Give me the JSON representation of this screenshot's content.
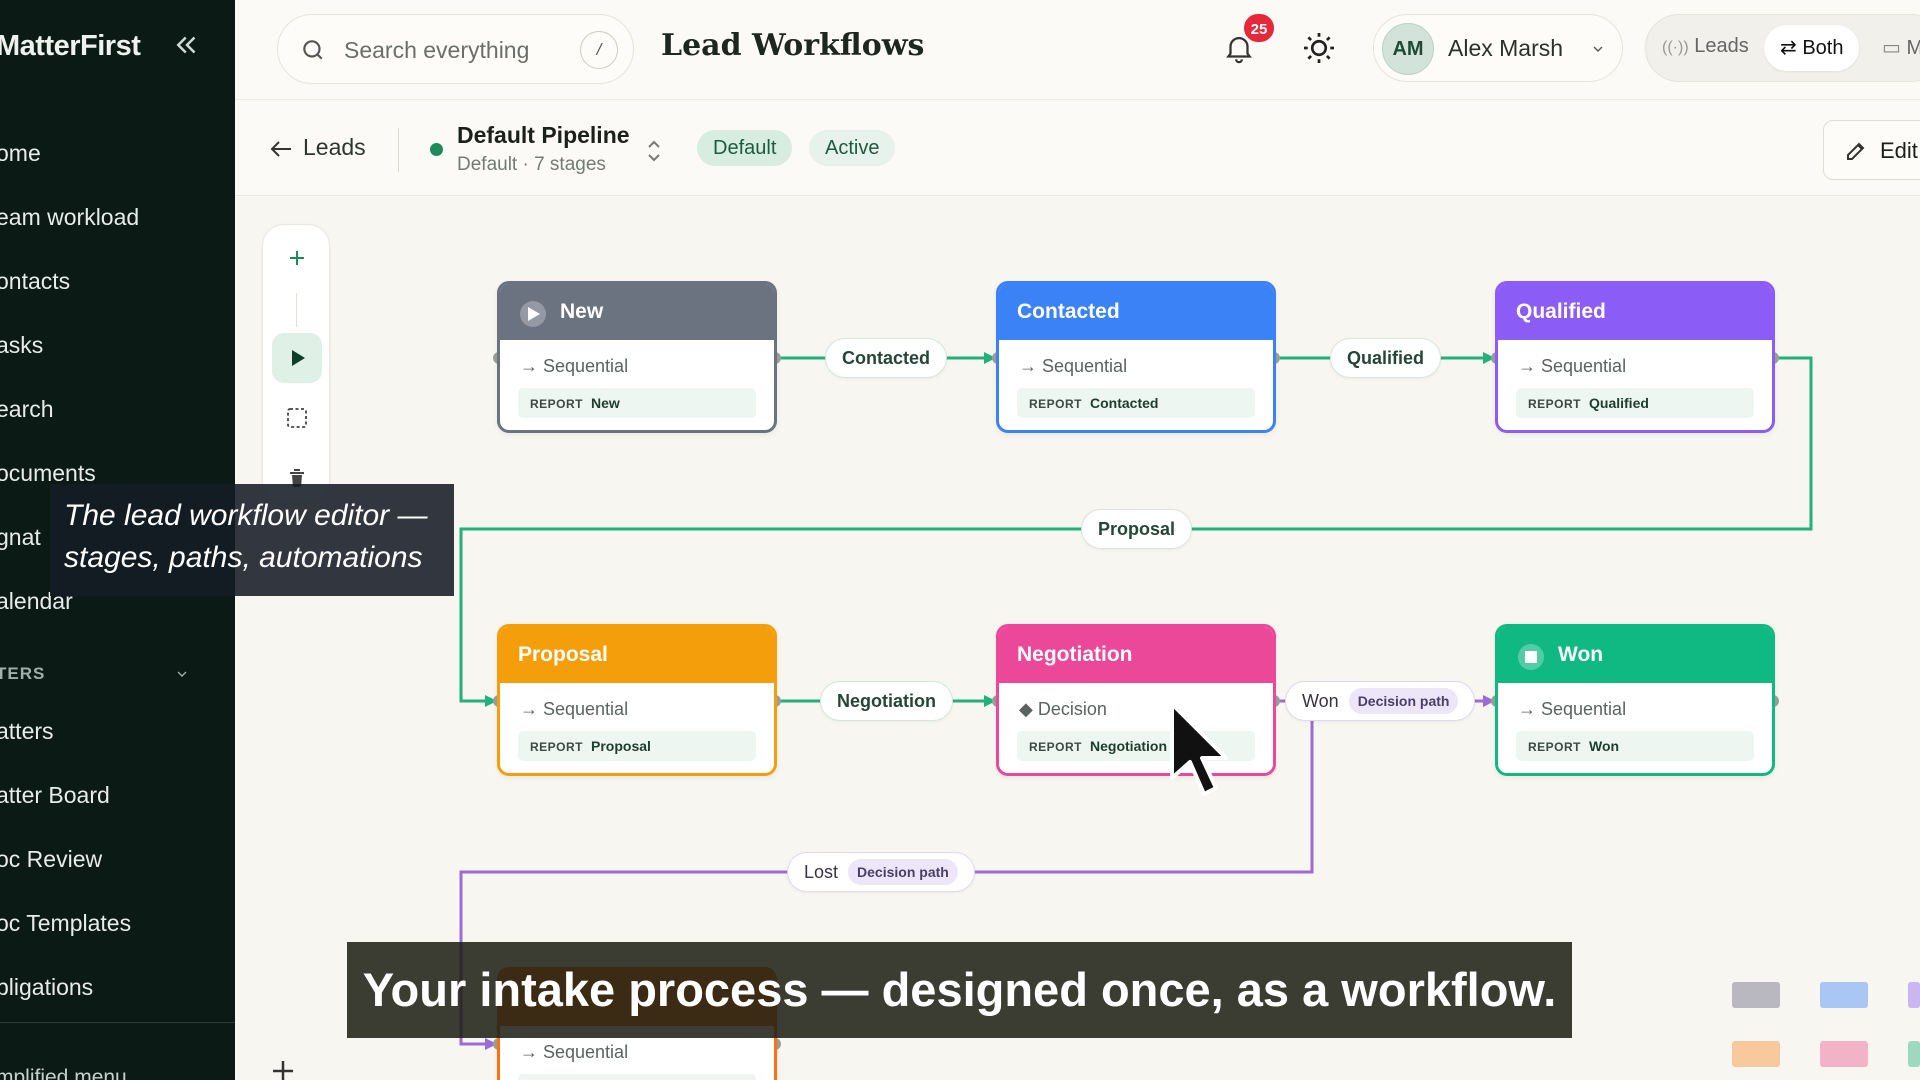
{
  "sidebar": {
    "brand": "MatterFirst",
    "items": [
      "ome",
      "eam workload",
      "ontacts",
      "asks",
      "earch",
      "ocuments",
      "gnat",
      "alendar"
    ],
    "section_label": "TERS",
    "section_items": [
      "atters",
      "atter Board",
      "oc Review",
      "oc Templates",
      "bligations"
    ],
    "footer_item": "mplified menu"
  },
  "topbar": {
    "search_placeholder": "Search everything",
    "search_shortcut": "/",
    "title": "Lead Workflows",
    "notification_count": "25",
    "user_initials": "AM",
    "user_name": "Alex Marsh",
    "mode_leads": "Leads",
    "mode_both": "Both",
    "mode_third": "M"
  },
  "subheader": {
    "back_label": "Leads",
    "pipeline_name": "Default Pipeline",
    "pipeline_meta": "Default · 7 stages",
    "tag_default": "Default",
    "tag_active": "Active",
    "edit_label": "Edit"
  },
  "nodes": [
    {
      "title": "New",
      "mode": "→  Sequential",
      "report_key": "REPORT",
      "report_value": "New",
      "color": "#6b7280"
    },
    {
      "title": "Contacted",
      "mode": "→  Sequential",
      "report_key": "REPORT",
      "report_value": "Contacted",
      "color": "#3b82f6"
    },
    {
      "title": "Qualified",
      "mode": "→  Sequential",
      "report_key": "REPORT",
      "report_value": "Qualified",
      "color": "#8b5cf6"
    },
    {
      "title": "Proposal",
      "mode": "→  Sequential",
      "report_key": "REPORT",
      "report_value": "Proposal",
      "color": "#f59e0b"
    },
    {
      "title": "Negotiation",
      "mode": "◆  Decision",
      "report_key": "REPORT",
      "report_value": "Negotiation",
      "color": "#ec4899"
    },
    {
      "title": "Won",
      "mode": "→  Sequential",
      "report_key": "REPORT",
      "report_value": "Won",
      "color": "#10b981"
    },
    {
      "title": "",
      "mode": "→  Sequential",
      "report_key": "",
      "report_value": "",
      "color": "#f97316"
    }
  ],
  "edges": [
    {
      "label": "Contacted",
      "tag": ""
    },
    {
      "label": "Qualified",
      "tag": ""
    },
    {
      "label": "Proposal",
      "tag": ""
    },
    {
      "label": "Negotiation",
      "tag": ""
    },
    {
      "label": "Won",
      "tag": "Decision path"
    },
    {
      "label": "Lost",
      "tag": "Decision path"
    }
  ],
  "captions": {
    "small": "The lead workflow editor —\nstages, paths, automations",
    "big": "Your intake process — designed once, as a workflow."
  },
  "colors": {
    "sidebar_bg": "#0c1a16",
    "accent_green": "#1f8a5b",
    "sequential_wire": "#22b07d",
    "decision_wire": "#9b6bd6",
    "badge_red": "#e5283a"
  },
  "legend_swatches": [
    "#b9b7c0",
    "#a9c6f5",
    "#c9b6f3",
    "#f7c99b",
    "#f3b3c6",
    "#9ed8bd"
  ]
}
